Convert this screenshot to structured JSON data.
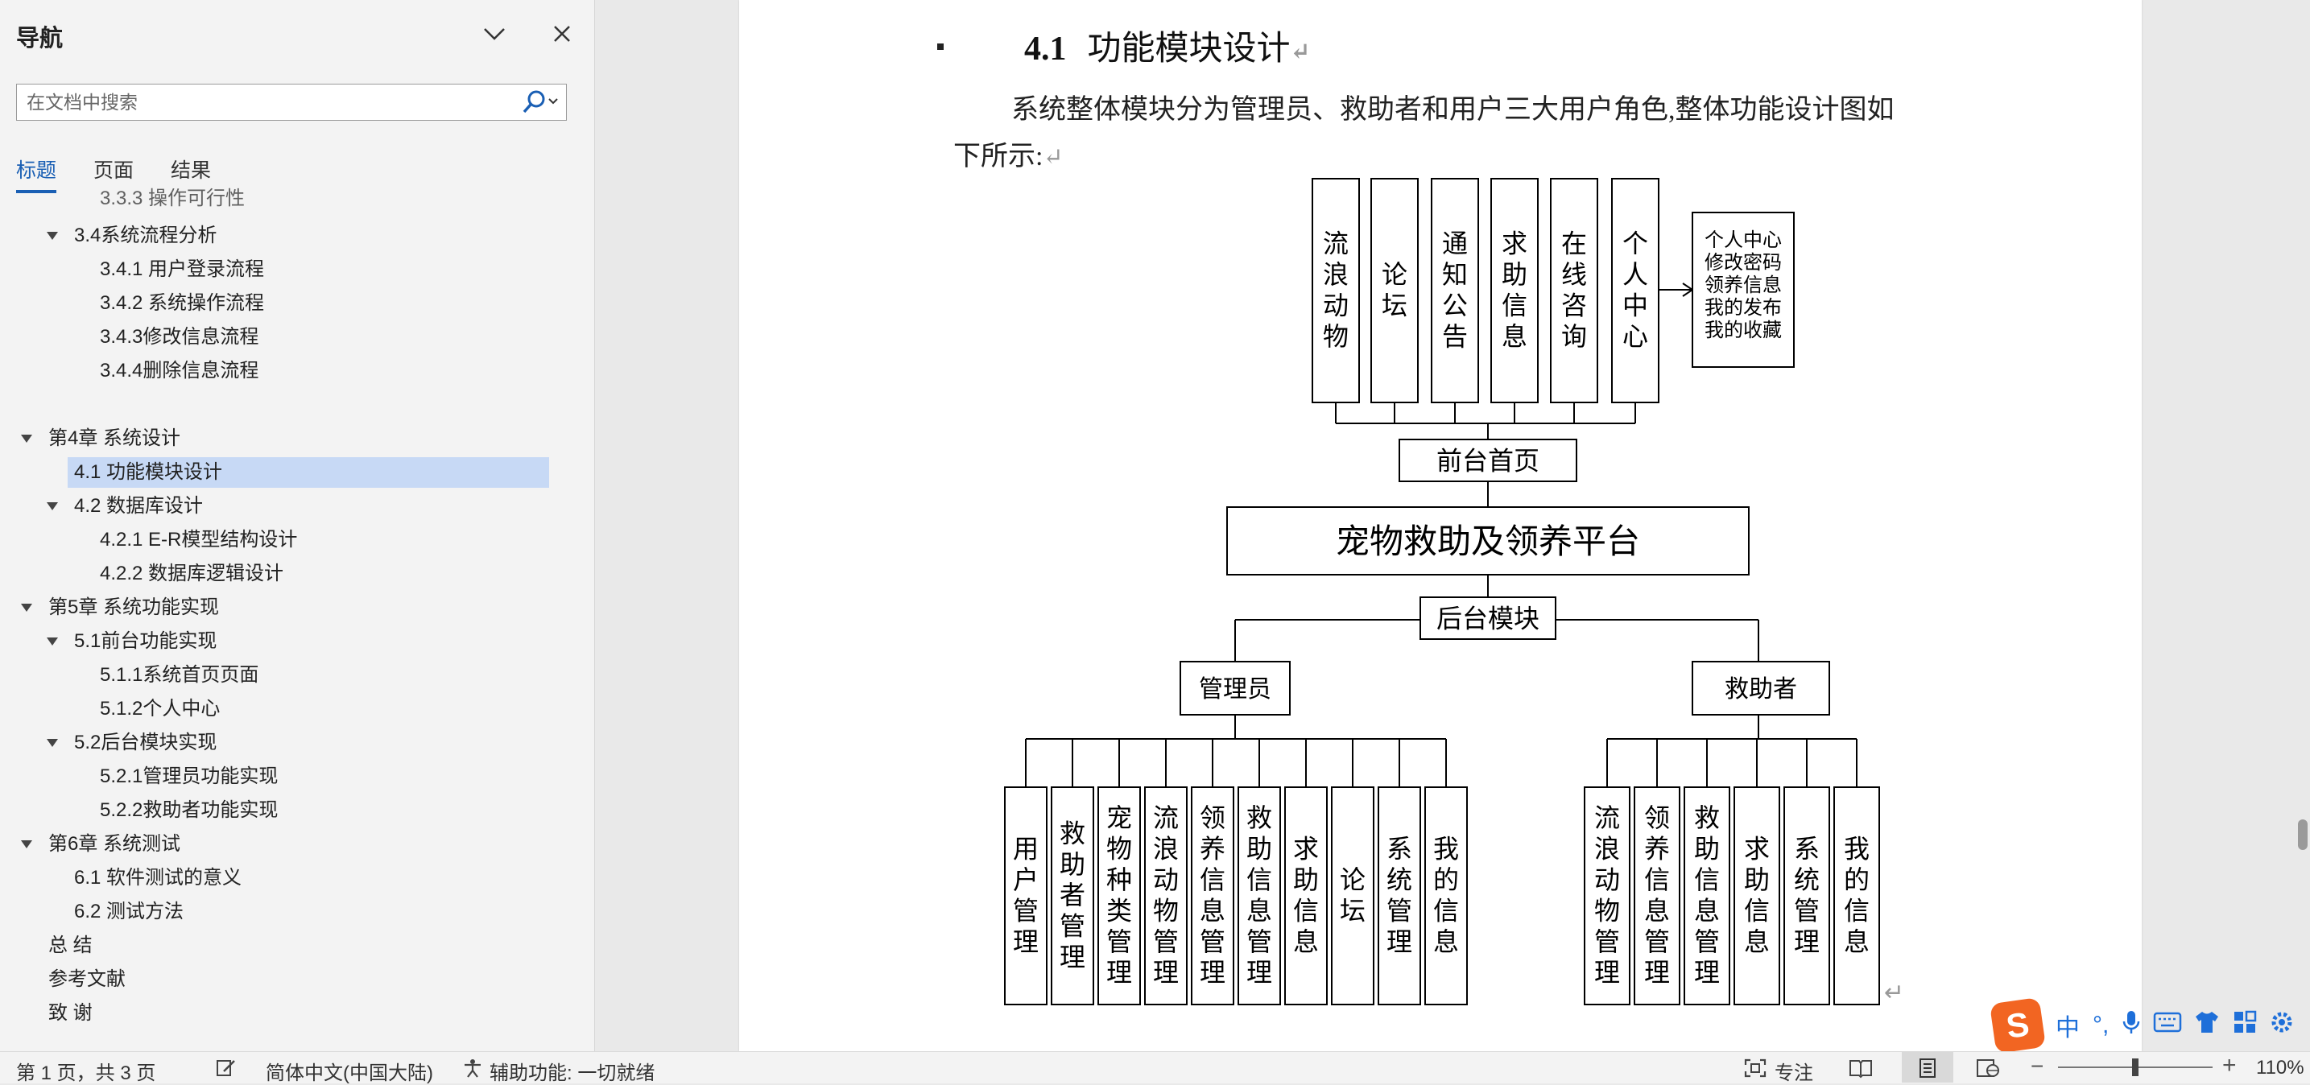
{
  "nav": {
    "title": "导航",
    "search_placeholder": "在文档中搜索",
    "tabs": [
      "标题",
      "页面",
      "结果"
    ],
    "tree": [
      {
        "label": "3.3.3 操作可行性",
        "level": 3,
        "partial": true
      },
      {
        "label": "3.4系统流程分析",
        "level": 2
      },
      {
        "label": "3.4.1 用户登录流程",
        "level": 3
      },
      {
        "label": "3.4.2 系统操作流程",
        "level": 3
      },
      {
        "label": "3.4.3修改信息流程",
        "level": 3
      },
      {
        "label": "3.4.4删除信息流程",
        "level": 3
      },
      {
        "label": "第4章 系统设计",
        "level": 1
      },
      {
        "label": "4.1 功能模块设计",
        "level": 2,
        "selected": true
      },
      {
        "label": "4.2 数据库设计",
        "level": 2
      },
      {
        "label": "4.2.1 E-R模型结构设计",
        "level": 3
      },
      {
        "label": "4.2.2 数据库逻辑设计",
        "level": 3
      },
      {
        "label": "第5章 系统功能实现",
        "level": 1
      },
      {
        "label": "5.1前台功能实现",
        "level": 2
      },
      {
        "label": "5.1.1系统首页页面",
        "level": 3
      },
      {
        "label": "5.1.2个人中心",
        "level": 3
      },
      {
        "label": "5.2后台模块实现",
        "level": 2
      },
      {
        "label": "5.2.1管理员功能实现",
        "level": 3
      },
      {
        "label": "5.2.2救助者功能实现",
        "level": 3
      },
      {
        "label": "第6章 系统测试",
        "level": 1
      },
      {
        "label": "6.1 软件测试的意义",
        "level": 2
      },
      {
        "label": "6.2 测试方法",
        "level": 2
      },
      {
        "label": "总 结",
        "level": 1
      },
      {
        "label": "参考文献",
        "level": 1
      },
      {
        "label": "致 谢",
        "level": 1
      }
    ]
  },
  "document": {
    "heading_number": "4.1",
    "heading_text": "功能模块设计",
    "paragraph_line1": "系统整体模块分为管理员、救助者和用户三大用户角色,整体功能设计图如",
    "paragraph_line2": "下所示:",
    "mark": "↵"
  },
  "diagram": {
    "front_modules": [
      "流浪动物",
      "论坛",
      "通知公告",
      "求助信息",
      "在线咨询",
      "个人中心"
    ],
    "personal_center_items": [
      "个人中心",
      "修改密码",
      "领养信息",
      "我的发布",
      "我的收藏"
    ],
    "front_home": "前台首页",
    "platform": "宠物救助及领养平台",
    "backend": "后台模块",
    "admin": "管理员",
    "rescuer": "救助者",
    "admin_modules": [
      "用户管理",
      "救助者管理",
      "宠物种类管理",
      "流浪动物管理",
      "领养信息管理",
      "救助信息管理",
      "求助信息",
      "论坛",
      "系统管理",
      "我的信息"
    ],
    "rescuer_modules": [
      "流浪动物管理",
      "领养信息管理",
      "救助信息管理",
      "求助信息",
      "系统管理",
      "我的信息"
    ]
  },
  "statusbar": {
    "page": "第 1 页，共 3 页",
    "language": "简体中文(中国大陆)",
    "accessibility": "辅助功能: 一切就绪",
    "focus": "专注",
    "zoom": "110%",
    "zoom_fraction": 0.5
  },
  "ime": {
    "logo": "S",
    "mode": "中",
    "punct": "°,"
  }
}
